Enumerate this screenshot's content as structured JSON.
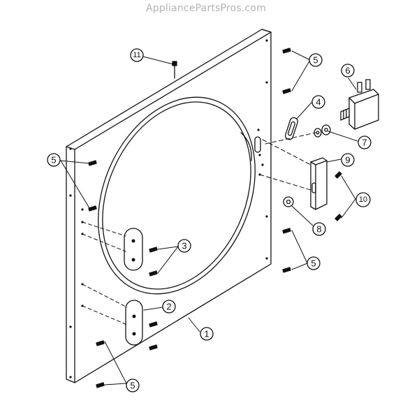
{
  "watermark": "AppliancePartsPros.com",
  "callouts": {
    "c1": "1",
    "c2": "2",
    "c3": "3",
    "c4": "4",
    "c5": "5",
    "c6": "6",
    "c7": "7",
    "c8": "8",
    "c9": "9",
    "c10": "10",
    "c11": "11"
  }
}
